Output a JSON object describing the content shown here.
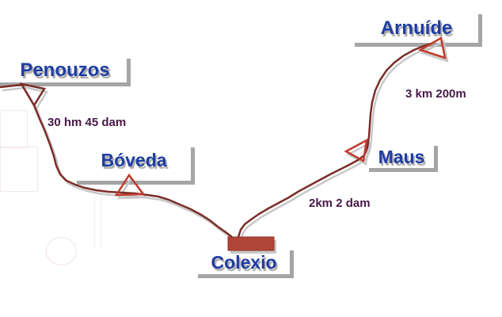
{
  "map": {
    "places": [
      {
        "name": "Penouzos",
        "marker": "triangle-flag"
      },
      {
        "name": "Bóveda",
        "marker": "triangle-flag"
      },
      {
        "name": "Colexio",
        "marker": "building-rectangle"
      },
      {
        "name": "Maus",
        "marker": "triangle-flag"
      },
      {
        "name": "Arnuíde",
        "marker": "triangle-flag"
      }
    ],
    "distances": [
      {
        "from": "Penouzos",
        "to": "Bóveda",
        "label": "30 hm 45 dam"
      },
      {
        "from": "Colexio",
        "to": "Maus",
        "label": "2km 2 dam"
      },
      {
        "from": "Maus",
        "to": "Arnuíde",
        "label": "3 km 200m"
      }
    ],
    "colors": {
      "route": "#7b2d27",
      "route_shadow": "#c8c8c8",
      "marker_red": "#c03a2c",
      "marker_dark": "#7b2d27",
      "building_fill": "#b1453a",
      "building_stroke": "#8c2f26",
      "place_text": "#1e3da2",
      "distance_text": "#471947",
      "label_shadow": "#a5a5a5",
      "background": "#ffffff"
    }
  }
}
